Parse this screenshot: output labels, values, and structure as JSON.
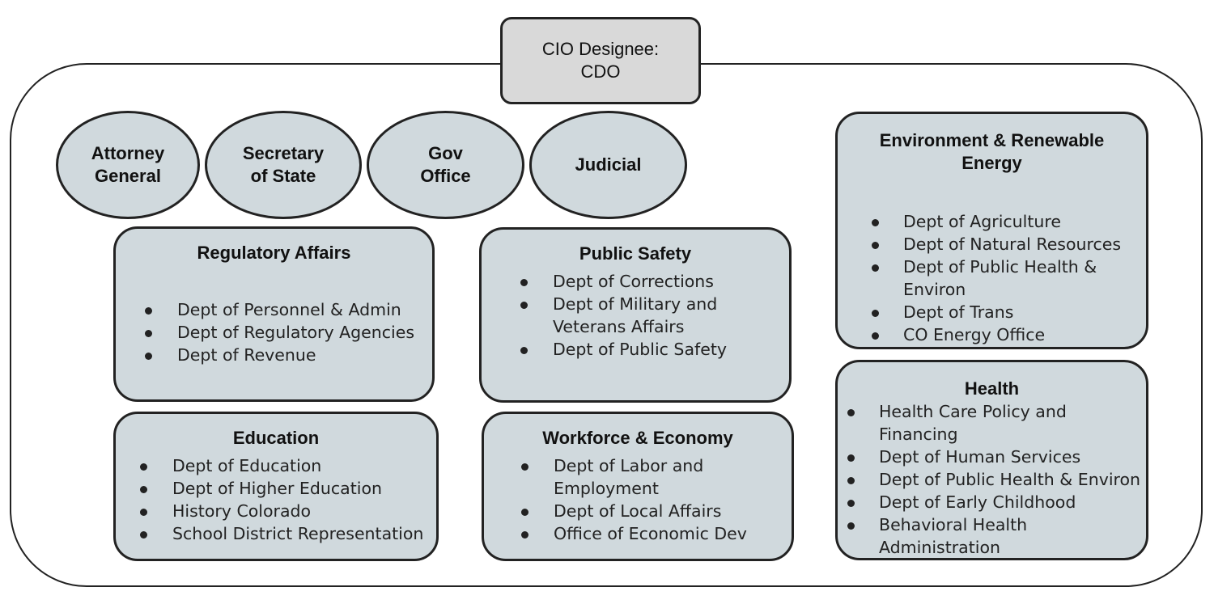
{
  "cio_designee": "CIO Designee:\nCDO",
  "ovals": {
    "attorney_general": "Attorney\nGeneral",
    "secretary_of_state": "Secretary\nof State",
    "gov_office": "Gov\nOffice",
    "judicial": "Judicial"
  },
  "groups": {
    "regulatory_affairs": {
      "title": "Regulatory Affairs",
      "items": [
        "Dept of Personnel & Admin",
        "Dept of Regulatory Agencies",
        "Dept of Revenue"
      ]
    },
    "public_safety": {
      "title": "Public Safety",
      "items": [
        "Dept of Corrections",
        "Dept of Military and\nVeterans Affairs",
        "Dept of Public Safety"
      ]
    },
    "environment": {
      "title": "Environment & Renewable\nEnergy",
      "items": [
        "Dept of Agriculture",
        "Dept of Natural Resources",
        "Dept of Public Health &\nEnviron",
        "Dept of Trans",
        "CO Energy Office"
      ]
    },
    "education": {
      "title": "Education",
      "items": [
        "Dept of Education",
        "Dept of Higher Education",
        "History Colorado",
        "School District Representation"
      ]
    },
    "workforce": {
      "title": "Workforce & Economy",
      "items": [
        "Dept of Labor and\nEmployment",
        "Dept of Local Affairs",
        "Office of Economic Dev"
      ]
    },
    "health": {
      "title": "Health",
      "items": [
        "Health Care Policy and\nFinancing",
        "Dept of Human Services",
        "Dept of Public Health & Environ",
        "Dept of Early Childhood",
        "Behavioral Health\nAdministration"
      ]
    }
  }
}
